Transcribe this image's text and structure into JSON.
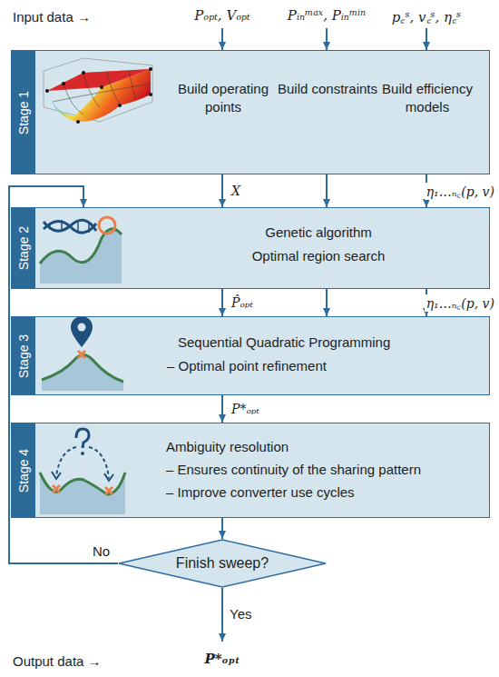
{
  "diagram": {
    "nodes": [
      {
        "text": [
          "Stage 1",
          "Build operating points",
          "Build constraints",
          "Build efficiency models"
        ]
      },
      {
        "text": [
          "Stage 2",
          "Genetic algorithm",
          "Optimal region search"
        ]
      },
      {
        "text": [
          "Stage 3",
          "Sequential Quadratic Programming",
          "– Optimal point refinement"
        ]
      },
      {
        "text": [
          "Stage 4",
          "Ambiguity resolution",
          "– Ensures continuity of the sharing pattern",
          "– Improve converter use cycles"
        ]
      },
      {
        "text": [
          "Finish sweep?"
        ]
      }
    ],
    "edges": [
      {
        "from": 0,
        "to": 1,
        "arrow": "to",
        "label": "X"
      },
      {
        "from": 0,
        "to": 1,
        "arrow": "to"
      },
      {
        "from": 0,
        "to": 1,
        "arrow": "to",
        "label": "η₁…ₙ꜀(p, v)"
      },
      {
        "from": 1,
        "to": 2,
        "arrow": "to",
        "label": "P̂ₒₚₜ"
      },
      {
        "from": 1,
        "to": 2,
        "arrow": "to"
      },
      {
        "from": 1,
        "to": 2,
        "arrow": "to",
        "label": "η₁…ₙ꜀(p, v)"
      },
      {
        "from": 2,
        "to": 3,
        "arrow": "to",
        "label": "P*ₒₚₜ"
      },
      {
        "from": 3,
        "to": 4,
        "arrow": "to"
      },
      {
        "from": 4,
        "to": 1,
        "arrow": "to",
        "label": "No"
      }
    ],
    "labels": [
      "Input data →",
      "Pₒₚₜ, Vₒₚₜ",
      "Pᵢₙᵐᵃˣ, Pᵢₙᵐⁱⁿ",
      "p꜀ˢ, v꜀ˢ, η꜀ˢ",
      "Yes",
      "Output data →",
      "P*ₒₚₜ"
    ]
  }
}
